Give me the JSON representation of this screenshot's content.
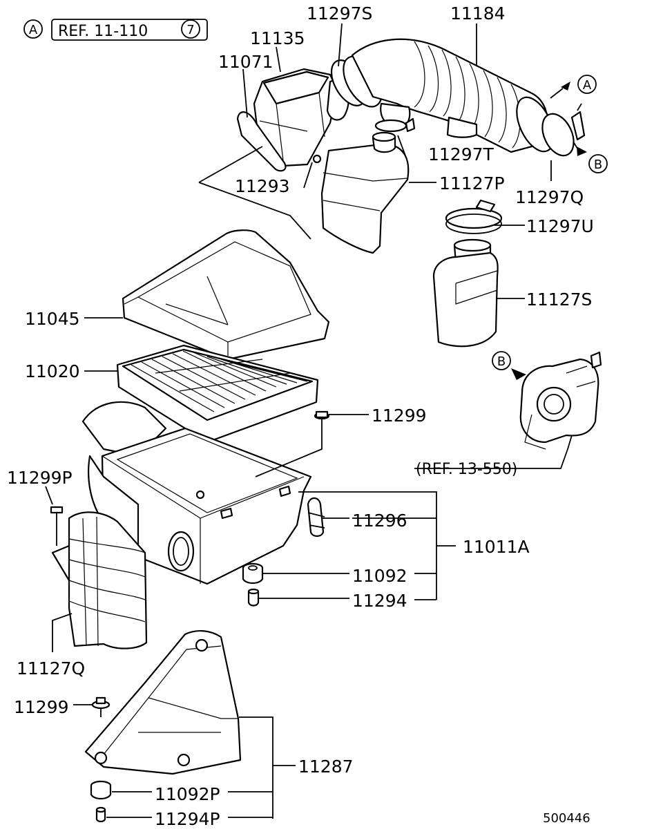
{
  "ref_top": {
    "marker": "A",
    "text": "REF. 11-110",
    "circled_num": "7"
  },
  "ref_bottom": {
    "text": "(REF. 13-550)",
    "marker": "B"
  },
  "arrow_labels": {
    "a": "A",
    "b": "B"
  },
  "labels": {
    "p11297S": "11297S",
    "p11184": "11184",
    "p11135": "11135",
    "p11071": "11071",
    "p11297T": "11297T",
    "p11293": "11293",
    "p11127P": "11127P",
    "p11297Q": "11297Q",
    "p11297U": "11297U",
    "p11127S": "11127S",
    "p11045": "11045",
    "p11020": "11020",
    "p11299a": "11299",
    "p11299P": "11299P",
    "p11296": "11296",
    "p11011A": "11011A",
    "p11092": "11092",
    "p11294": "11294",
    "p11127Q": "11127Q",
    "p11299b": "11299",
    "p11287": "11287",
    "p11092P": "11092P",
    "p11294P": "11294P"
  },
  "diagram_id": "500446"
}
